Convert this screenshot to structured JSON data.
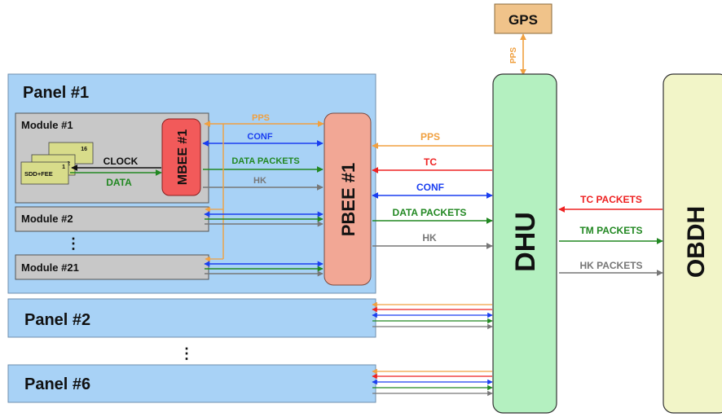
{
  "gps": {
    "label": "GPS",
    "pps_label": "PPS"
  },
  "panels": {
    "panel1": "Panel #1",
    "panel2": "Panel #2",
    "panel6": "Panel #6",
    "ellipsis": "⋮"
  },
  "modules": {
    "module1": "Module #1",
    "module2": "Module #2",
    "module21": "Module #21",
    "ellipsis": "⋮",
    "stack_top": "16",
    "stack_mid": "2",
    "stack_low": "1",
    "stack_front": "SDD+FEE"
  },
  "mbee": {
    "label": "MBEE #1",
    "clock": "CLOCK",
    "data": "DATA"
  },
  "pbee": {
    "label": "PBEE #1",
    "pps": "PPS",
    "conf": "CONF",
    "data_packets": "DATA PACKETS",
    "hk": "HK"
  },
  "dhu": {
    "label": "DHU",
    "pps": "PPS",
    "tc": "TC",
    "conf": "CONF",
    "data_packets": "DATA PACKETS",
    "hk": "HK"
  },
  "obdh": {
    "label": "OBDH",
    "tc_packets": "TC PACKETS",
    "tm_packets": "TM PACKETS",
    "hk_packets": "HK PACKETS"
  },
  "colors": {
    "pps": "#f0a040",
    "tc": "#ee2222",
    "conf": "#1a3ef0",
    "data": "#228822",
    "hk": "#777777",
    "panel_fill": "#a8d2f6",
    "module_fill": "#c8c8c8",
    "mbee_fill": "#f25a5a",
    "pbee_fill": "#f2a795",
    "dhu_fill": "#b4f0c0",
    "obdh_fill": "#f2f5c8",
    "gps_fill": "#f0c38a"
  }
}
